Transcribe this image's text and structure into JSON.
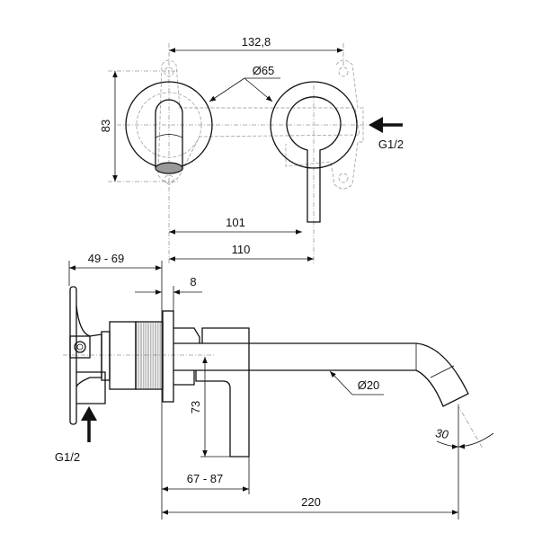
{
  "front_view": {
    "width_between_centers": "132,8",
    "rosette_diameter": "Ø65",
    "height": "83",
    "spout_to_lever": "101",
    "spout_to_lever_axis": "110",
    "inlet": "G1/2"
  },
  "side_view": {
    "body_depth": "49 - 69",
    "plate_thickness": "8",
    "spout_diameter": "Ø20",
    "lever_height": "73",
    "angle": "30",
    "lever_projection": "67 - 87",
    "spout_projection": "220",
    "inlet": "G1/2"
  }
}
